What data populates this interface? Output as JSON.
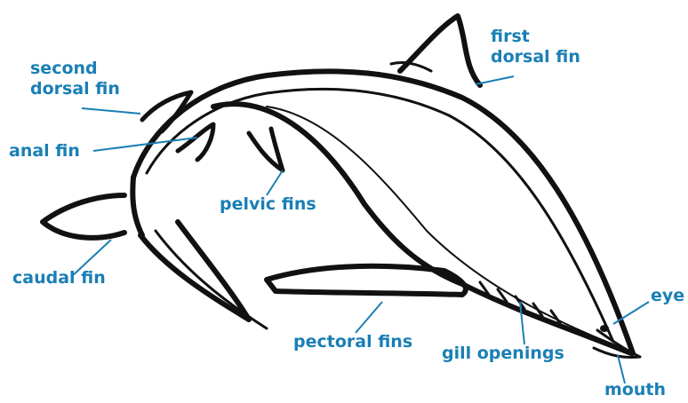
{
  "diagram": {
    "colors": {
      "label": "#1a7fb5",
      "ink": "#111111",
      "background": "#ffffff"
    },
    "labels": {
      "first_dorsal_fin": {
        "line1": "first",
        "line2": "dorsal fin"
      },
      "second_dorsal_fin": {
        "line1": "second",
        "line2": "dorsal fin"
      },
      "anal_fin": "anal fin",
      "pelvic_fins": "pelvic fins",
      "caudal_fin": "caudal fin",
      "pectoral_fins": "pectoral fins",
      "gill_openings": "gill openings",
      "eye": "eye",
      "mouth": "mouth"
    }
  }
}
